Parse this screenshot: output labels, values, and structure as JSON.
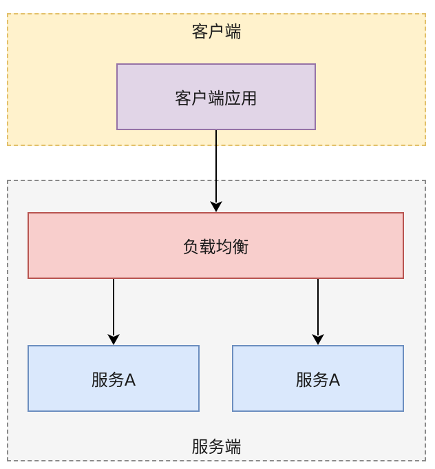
{
  "groups": {
    "client": {
      "label": "客户端"
    },
    "server": {
      "label": "服务端"
    }
  },
  "nodes": {
    "client_app": {
      "label": "客户端应用"
    },
    "load_balancer": {
      "label": "负载均衡"
    },
    "service_1": {
      "label": "服务A"
    },
    "service_2": {
      "label": "服务A"
    }
  },
  "edges": [
    {
      "from": "client_app",
      "to": "load_balancer"
    },
    {
      "from": "load_balancer",
      "to": "service_1"
    },
    {
      "from": "load_balancer",
      "to": "service_2"
    }
  ],
  "colors": {
    "client_group_fill": "#fff2cc",
    "server_group_fill": "#f5f5f5",
    "app_fill": "#e1d5e7",
    "lb_fill": "#f8cecc",
    "service_fill": "#dae8fc",
    "edge": "#000000"
  }
}
